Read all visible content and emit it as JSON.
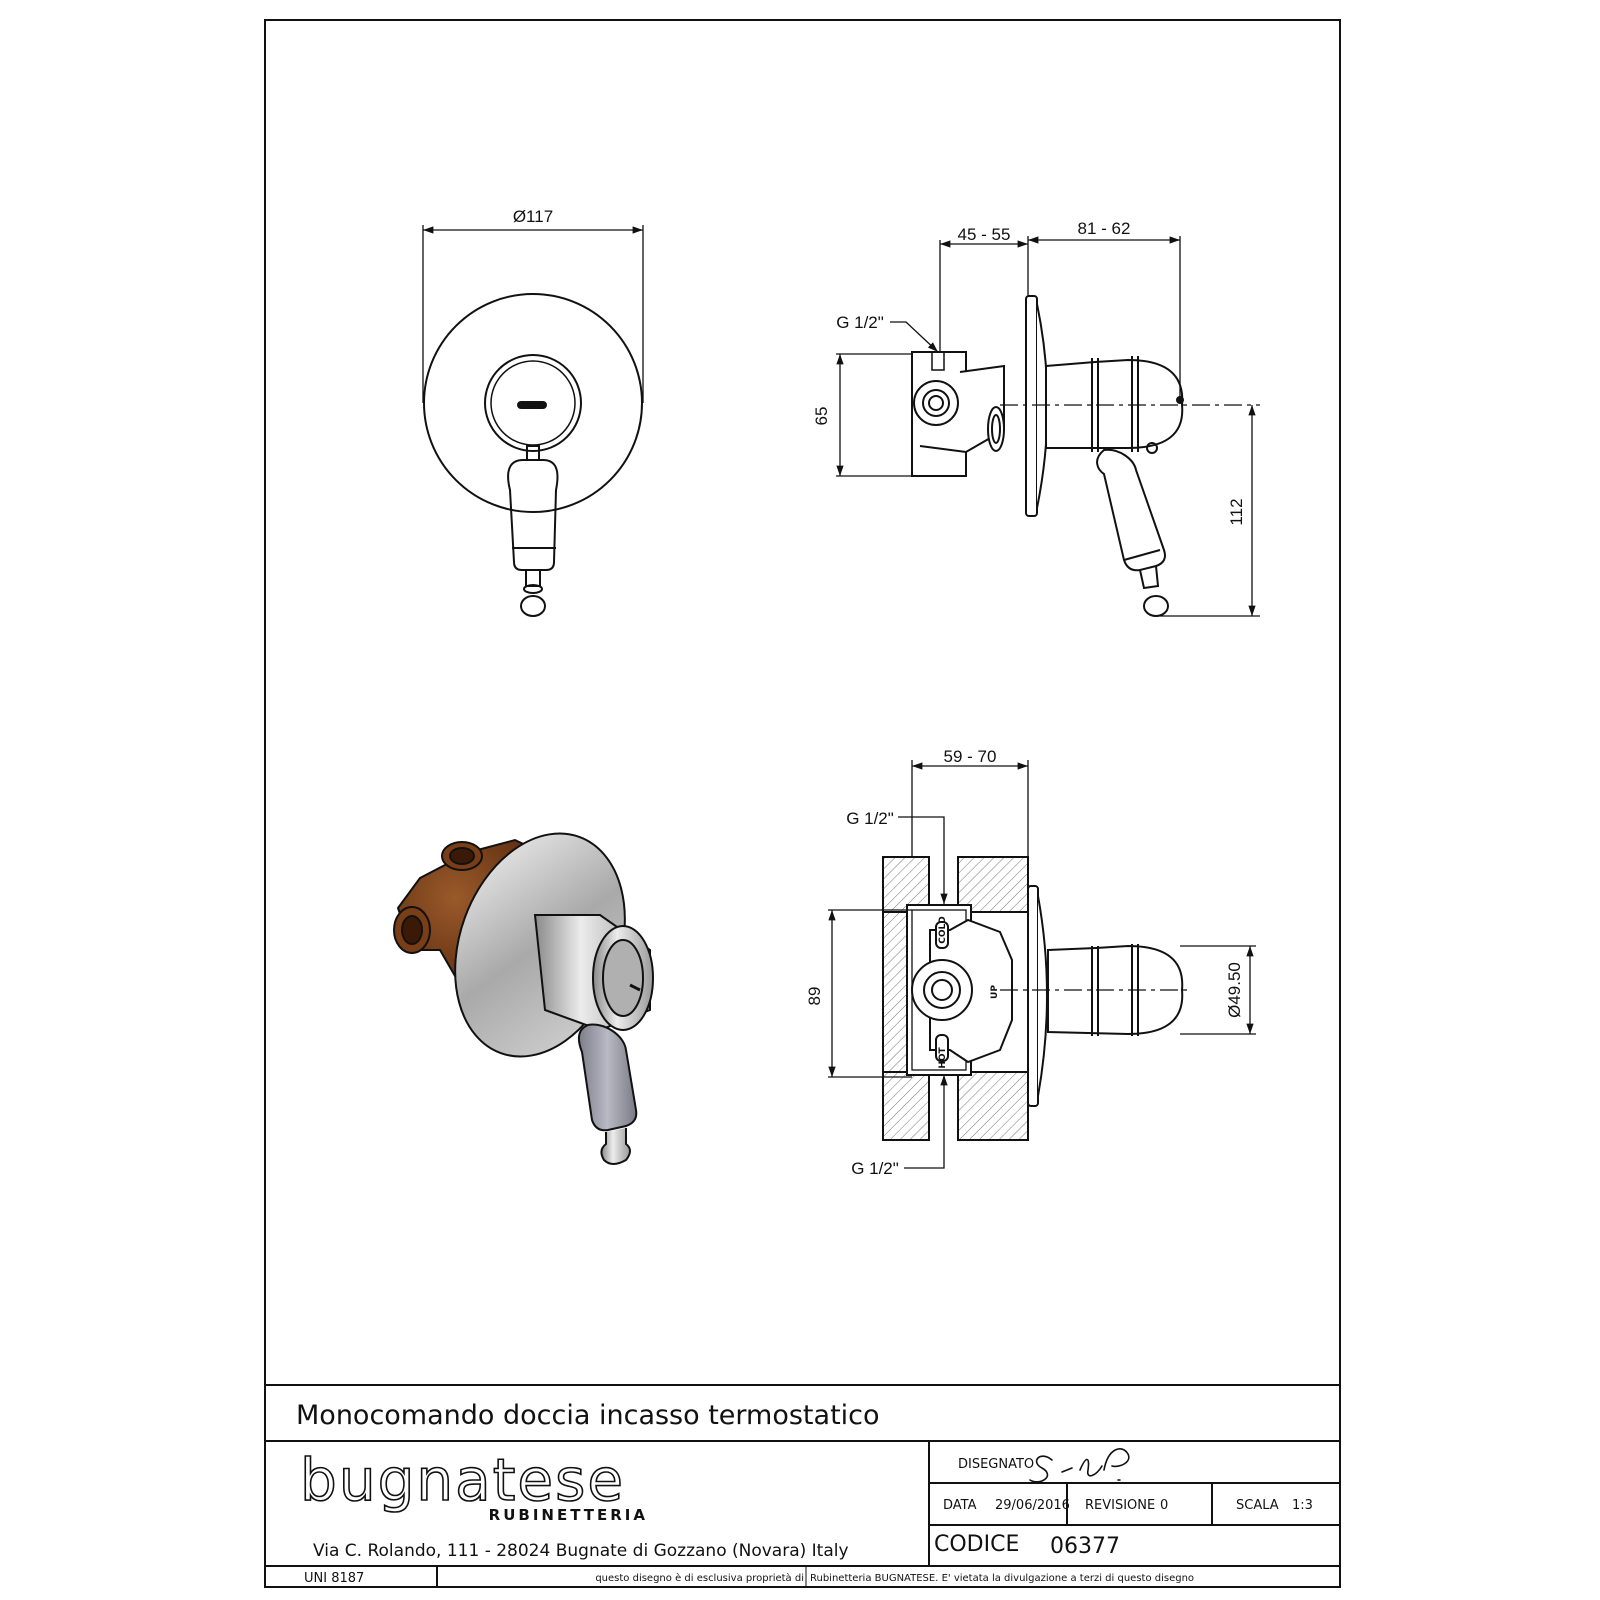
{
  "dimensions": {
    "front_diameter": "Ø117",
    "side_depth_body": "45 - 55",
    "side_depth_handle": "81 - 62",
    "side_thread": "G 1/2\"",
    "side_height": "65",
    "side_handle_height": "112",
    "bottom_depth": "59 - 70",
    "bottom_thread_top": "G 1/2\"",
    "bottom_thread_bottom": "G 1/2\"",
    "bottom_height": "89",
    "bottom_diameter": "Ø49.50"
  },
  "body_markings": {
    "cold": "COLD",
    "hot": "HOT",
    "up": "UP"
  },
  "title_block": {
    "product_title": "Monocomando doccia incasso termostatico",
    "brand_name": "bugnatese",
    "brand_subtitle": "RUBINETTERIA",
    "address": "Via C. Rolando, 111 - 28024 Bugnate di Gozzano (Novara) Italy",
    "designed_label": "DISEGNATO",
    "date_label": "DATA",
    "date_value": "29/06/2016",
    "revision_label": "REVISIONE",
    "revision_value": "0",
    "scale_label": "SCALA",
    "scale_value": "1:3",
    "code_label": "CODICE",
    "code_value": "06377",
    "standard": "UNI 8187",
    "notice_part1": "questo disegno è di esclusiva proprietà di",
    "notice_part2": "Rubinetteria BUGNATESE. E' vietata la divulgazione a terzi di questo disegno"
  }
}
